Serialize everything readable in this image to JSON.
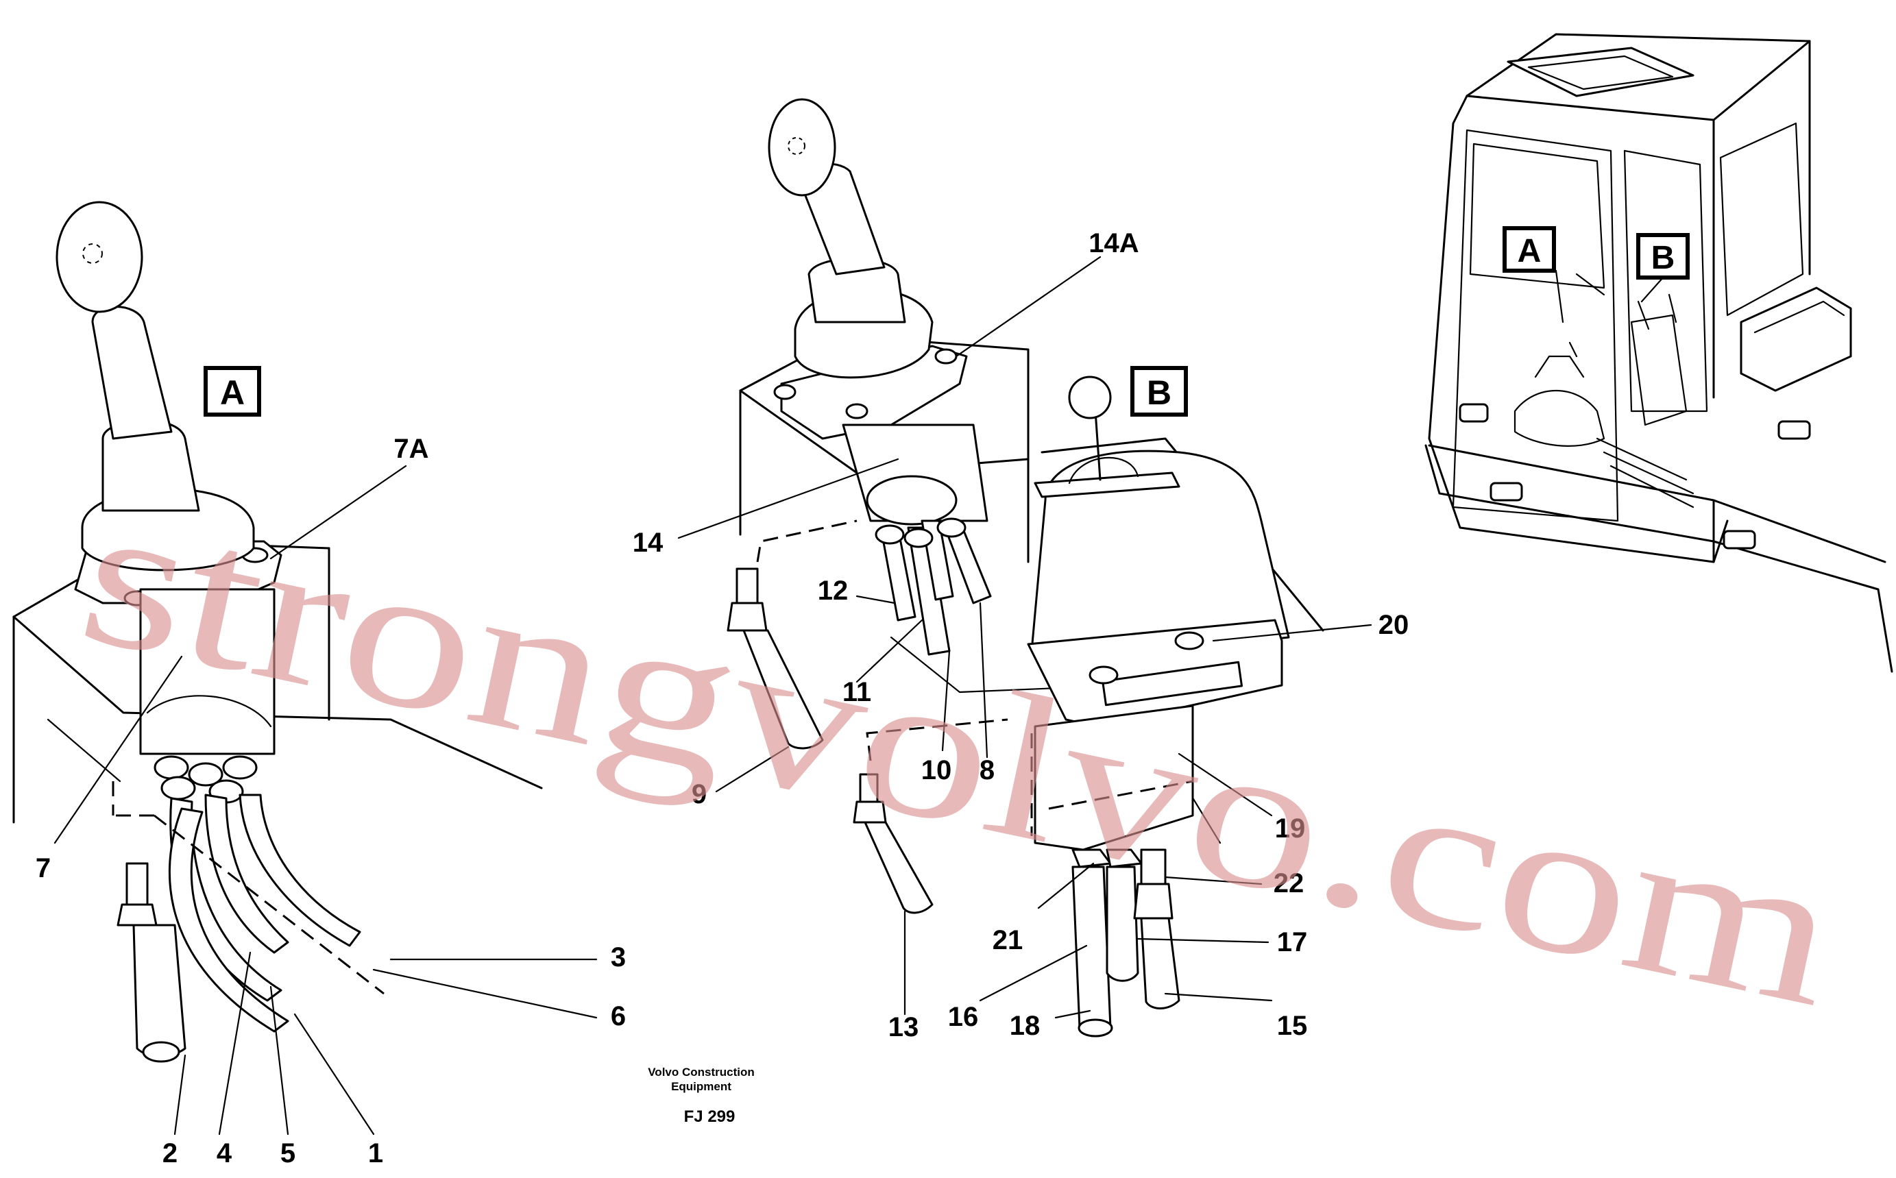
{
  "view_markers": {
    "a": "A",
    "b": "B"
  },
  "inset": {
    "marker_a": "A",
    "marker_b": "B"
  },
  "callouts": {
    "n1": "1",
    "n2": "2",
    "n3": "3",
    "n4": "4",
    "n5": "5",
    "n6": "6",
    "n7": "7",
    "n7a": "7A",
    "n8": "8",
    "n9": "9",
    "n10": "10",
    "n11": "11",
    "n12": "12",
    "n13": "13",
    "n14": "14",
    "n14a": "14A",
    "n15": "15",
    "n16": "16",
    "n17": "17",
    "n18": "18",
    "n19": "19",
    "n20": "20",
    "n21": "21",
    "n22": "22"
  },
  "footer": {
    "brand_line1": "Volvo Construction",
    "brand_line2": "Equipment",
    "figure_id": "FJ 299"
  },
  "watermark": "strongvolvo.com"
}
